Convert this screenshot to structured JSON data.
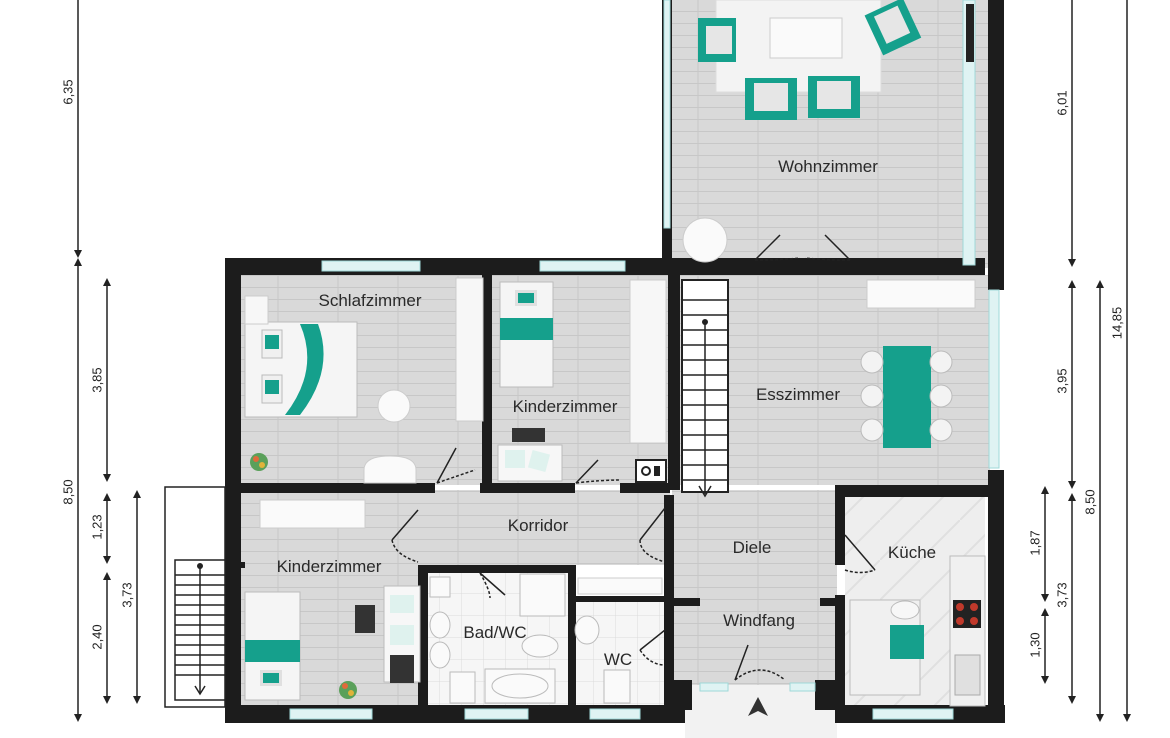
{
  "rooms": {
    "wohnzimmer": "Wohnzimmer",
    "schlafzimmer": "Schlafzimmer",
    "kinderzimmer_1": "Kinderzimmer",
    "esszimmer": "Esszimmer",
    "korridor": "Korridor",
    "diele": "Diele",
    "kinderzimmer_2": "Kinderzimmer",
    "bad_wc": "Bad/WC",
    "wc": "WC",
    "windfang": "Windfang",
    "kueche": "Küche"
  },
  "dimensions": {
    "left_top": "6,35",
    "left_total": "8,50",
    "left_schlaf": "3,85",
    "left_corridor": "1,23",
    "left_kinder": "2,40",
    "left_stair": "3,73",
    "right_top": "6,01",
    "right_ess": "3,95",
    "right_total": "14,85",
    "right_kueche": "1,87",
    "right_windfang": "1,30",
    "right_kueche_total": "3,73",
    "right_lower_total": "8,50"
  },
  "colors": {
    "wall": "#1c1c1c",
    "floor": "#d6d6d6",
    "tile": "#f4f4f4",
    "accent": "#12a08c",
    "window": "#cfeff0"
  }
}
